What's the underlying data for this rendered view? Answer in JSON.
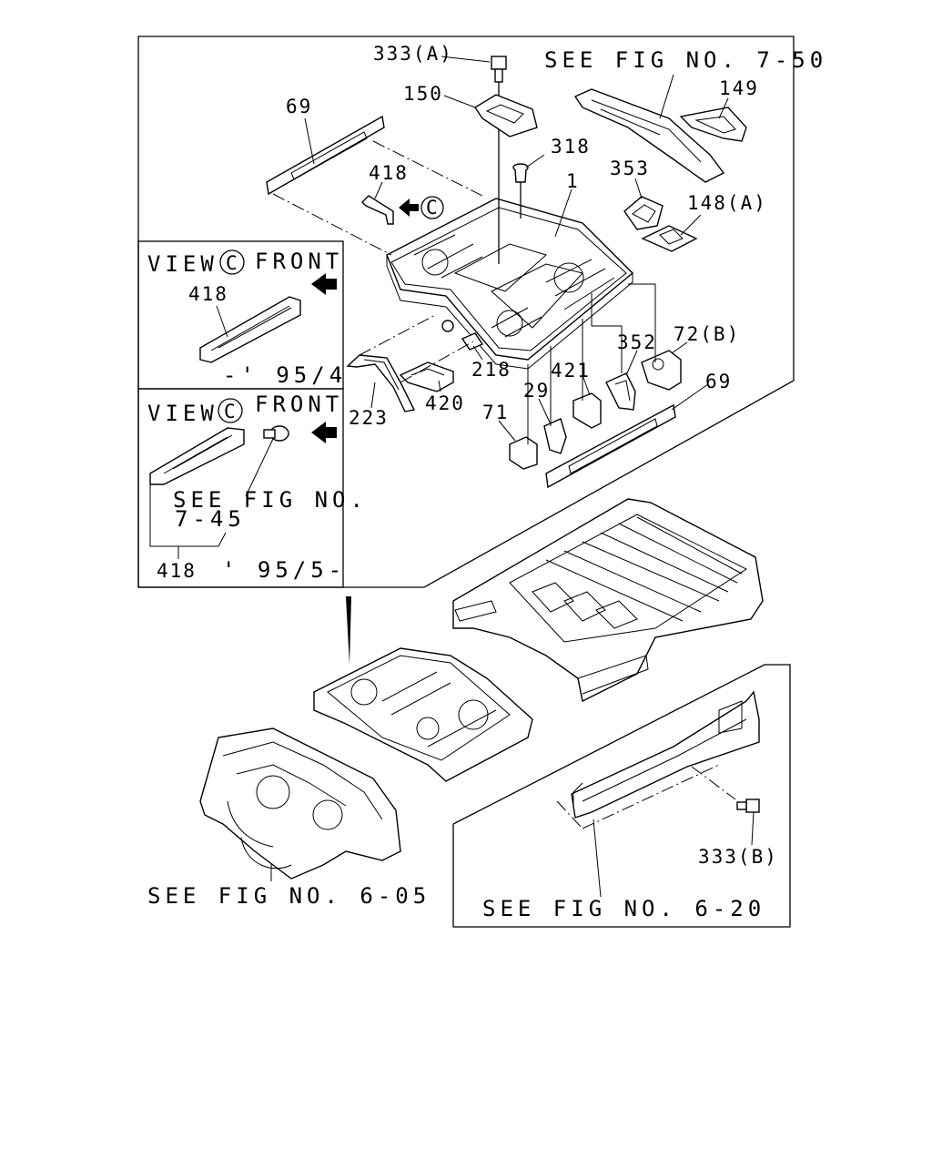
{
  "callouts": {
    "c333a": "333(A)",
    "c150": "150",
    "c69_top": "69",
    "c418": "418",
    "c318": "318",
    "c1": "1",
    "c353": "353",
    "c149": "149",
    "c148a": "148(A)",
    "c72b": "72(B)",
    "c352": "352",
    "c421": "421",
    "c69_bot": "69",
    "c29": "29",
    "c71": "71",
    "c218": "218",
    "c420": "420",
    "c223": "223",
    "c333b": "333(B)"
  },
  "references": {
    "fig_7_50": "SEE FIG NO. 7-50",
    "fig_6_05": "SEE FIG NO. 6-05",
    "fig_6_20": "SEE FIG NO. 6-20"
  },
  "view_c_upper": {
    "view": "VIEW",
    "c_symbol": "C",
    "front": "FRONT",
    "part": "418",
    "range": "-' 95/4"
  },
  "view_c_lower": {
    "view": "VIEW",
    "c_symbol": "C",
    "front": "FRONT",
    "see_fig": "SEE FIG NO.",
    "fig_no": "7-45",
    "part": "418",
    "range": "' 95/5-"
  },
  "view_arrow": {
    "c_symbol": "C"
  }
}
